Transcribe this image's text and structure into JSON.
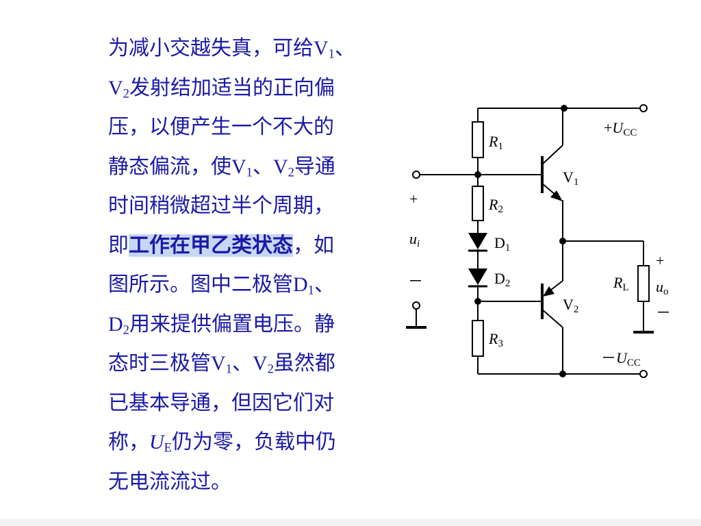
{
  "colors": {
    "text": "#1a1aa6",
    "highlight": "#c8d6f5",
    "wire": "#000000"
  },
  "paragraph": {
    "l1": "为减小交越失真，可给V",
    "l1_s1": "1",
    "l1_t": "、",
    "l2_v": "V",
    "l2_s1": "2",
    "l2_t": "发射结加适当的正向偏",
    "l3": "压，以便产生一个不大的",
    "l4_a": "静态偏流，使V",
    "l4_s1": "1",
    "l4_b": "、V",
    "l4_s2": "2",
    "l4_c": "导通",
    "l5": "时间稍微超过半个周期，",
    "l6_a": "即",
    "l6_emph": "工作在甲乙类状态",
    "l6_b": "，如",
    "l7_a": "图所示。图中二极管D",
    "l7_s1": "1",
    "l7_b": "、",
    "l8_a": "D",
    "l8_s1": "2",
    "l8_b": "用来提供偏置电压。静",
    "l9_a": "态时三极管V",
    "l9_s1": "1",
    "l9_b": "、V",
    "l9_s2": "2",
    "l9_c": "虽然都",
    "l10": "已基本导通，但因它们对",
    "l11_a": "称，",
    "l11_u": "U",
    "l11_s": "E",
    "l11_b": "仍为零，负载中仍",
    "l12": "无电流流过。"
  },
  "circuit": {
    "vcc_pos": {
      "sign": "+",
      "symbol": "U",
      "sub": "CC"
    },
    "vcc_neg": {
      "sign": "－",
      "symbol": "U",
      "sub": "CC"
    },
    "r1": {
      "symbol": "R",
      "sub": "1"
    },
    "r2": {
      "symbol": "R",
      "sub": "2"
    },
    "r3": {
      "symbol": "R",
      "sub": "3"
    },
    "rl": {
      "symbol": "R",
      "sub": "L"
    },
    "d1": {
      "symbol": "D",
      "sub": "1"
    },
    "d2": {
      "symbol": "D",
      "sub": "2"
    },
    "v1": {
      "symbol": "V",
      "sub": "1"
    },
    "v2": {
      "symbol": "V",
      "sub": "2"
    },
    "ui": {
      "plus": "+",
      "symbol": "u",
      "sub": "i",
      "minus": "－"
    },
    "uo": {
      "plus": "+",
      "symbol": "u",
      "sub": "o",
      "minus": "－"
    }
  }
}
